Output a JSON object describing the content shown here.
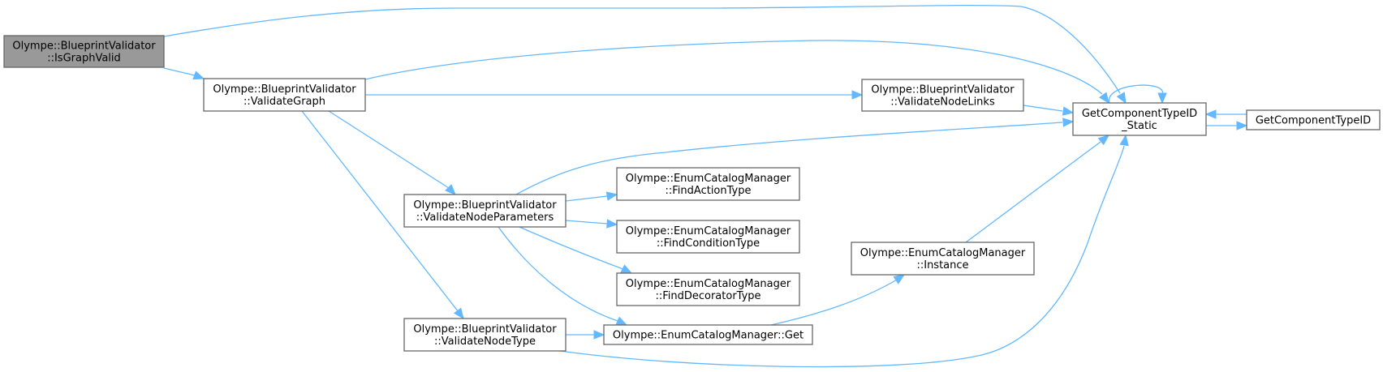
{
  "diagram": {
    "type": "call-graph",
    "colors": {
      "edge": "#63b8ff",
      "node_border": "#666666",
      "root_fill": "#999999",
      "node_fill": "#ffffff"
    },
    "nodes": [
      {
        "id": "isgraphvalid",
        "lines": [
          "Olympe::BlueprintValidator",
          "::IsGraphValid"
        ],
        "root": true
      },
      {
        "id": "validategraph",
        "lines": [
          "Olympe::BlueprintValidator",
          "::ValidateGraph"
        ]
      },
      {
        "id": "validatenodelinks",
        "lines": [
          "Olympe::BlueprintValidator",
          "::ValidateNodeLinks"
        ]
      },
      {
        "id": "getcomponenttypeid_static",
        "lines": [
          "GetComponentTypeID",
          "_Static"
        ]
      },
      {
        "id": "getcomponenttypeid",
        "lines": [
          "GetComponentTypeID"
        ]
      },
      {
        "id": "validatenodeparameters",
        "lines": [
          "Olympe::BlueprintValidator",
          "::ValidateNodeParameters"
        ]
      },
      {
        "id": "findactiontype",
        "lines": [
          "Olympe::EnumCatalogManager",
          "::FindActionType"
        ]
      },
      {
        "id": "findconditiontype",
        "lines": [
          "Olympe::EnumCatalogManager",
          "::FindConditionType"
        ]
      },
      {
        "id": "finddecoratortype",
        "lines": [
          "Olympe::EnumCatalogManager",
          "::FindDecoratorType"
        ]
      },
      {
        "id": "instance",
        "lines": [
          "Olympe::EnumCatalogManager",
          "::Instance"
        ]
      },
      {
        "id": "validatenodetype",
        "lines": [
          "Olympe::BlueprintValidator",
          "::ValidateNodeType"
        ]
      },
      {
        "id": "get",
        "lines": [
          "Olympe::EnumCatalogManager::Get"
        ]
      }
    ],
    "edges": [
      {
        "from": "isgraphvalid",
        "to": "validategraph"
      },
      {
        "from": "isgraphvalid",
        "to": "getcomponenttypeid_static"
      },
      {
        "from": "validategraph",
        "to": "getcomponenttypeid_static"
      },
      {
        "from": "validategraph",
        "to": "validatenodelinks"
      },
      {
        "from": "validategraph",
        "to": "validatenodeparameters"
      },
      {
        "from": "validategraph",
        "to": "validatenodetype"
      },
      {
        "from": "validatenodelinks",
        "to": "getcomponenttypeid_static"
      },
      {
        "from": "getcomponenttypeid_static",
        "to": "getcomponenttypeid_static"
      },
      {
        "from": "getcomponenttypeid_static",
        "to": "getcomponenttypeid"
      },
      {
        "from": "getcomponenttypeid",
        "to": "getcomponenttypeid_static"
      },
      {
        "from": "validatenodeparameters",
        "to": "getcomponenttypeid_static"
      },
      {
        "from": "validatenodeparameters",
        "to": "findactiontype"
      },
      {
        "from": "validatenodeparameters",
        "to": "findconditiontype"
      },
      {
        "from": "validatenodeparameters",
        "to": "finddecoratortype"
      },
      {
        "from": "validatenodeparameters",
        "to": "get"
      },
      {
        "from": "validatenodetype",
        "to": "get"
      },
      {
        "from": "validatenodetype",
        "to": "getcomponenttypeid_static"
      },
      {
        "from": "get",
        "to": "instance"
      },
      {
        "from": "instance",
        "to": "getcomponenttypeid_static"
      }
    ]
  }
}
